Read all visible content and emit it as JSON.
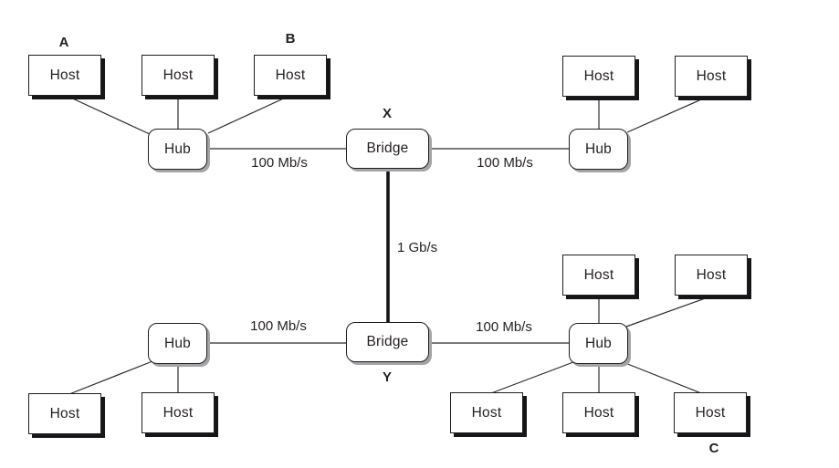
{
  "diagram": {
    "node_labels": {
      "host": "Host",
      "hub": "Hub",
      "bridge": "Bridge"
    },
    "station_tags": {
      "a": "A",
      "b": "B",
      "c": "C"
    },
    "bridge_tags": {
      "x": "X",
      "y": "Y"
    },
    "link_speed_labels": {
      "hub_tl_to_bridge_x": "100 Mb/s",
      "bridge_x_to_hub_tr": "100 Mb/s",
      "hub_bl_to_bridge_y": "100 Mb/s",
      "bridge_y_to_hub_br": "100 Mb/s",
      "backbone": "1 Gb/s"
    },
    "connections": [
      {
        "from": "host-a",
        "to": "hub-top-left"
      },
      {
        "from": "host-top-left-2",
        "to": "hub-top-left"
      },
      {
        "from": "host-b",
        "to": "hub-top-left"
      },
      {
        "from": "hub-top-left",
        "to": "bridge-x",
        "label": "100 Mb/s"
      },
      {
        "from": "bridge-x",
        "to": "hub-top-right",
        "label": "100 Mb/s"
      },
      {
        "from": "host-top-right-1",
        "to": "hub-top-right"
      },
      {
        "from": "host-top-right-2",
        "to": "hub-top-right"
      },
      {
        "from": "bridge-x",
        "to": "bridge-y",
        "label": "1 Gb/s"
      },
      {
        "from": "hub-bottom-left",
        "to": "bridge-y",
        "label": "100 Mb/s"
      },
      {
        "from": "bridge-y",
        "to": "hub-bottom-right",
        "label": "100 Mb/s"
      },
      {
        "from": "host-bottom-left-1",
        "to": "hub-bottom-left"
      },
      {
        "from": "host-bottom-left-2",
        "to": "hub-bottom-left"
      },
      {
        "from": "host-mid-right-1",
        "to": "hub-bottom-right"
      },
      {
        "from": "host-mid-right-2",
        "to": "hub-bottom-right"
      },
      {
        "from": "host-bottom-right-1",
        "to": "hub-bottom-right"
      },
      {
        "from": "host-bottom-right-2",
        "to": "hub-bottom-right"
      },
      {
        "from": "host-c",
        "to": "hub-bottom-right"
      }
    ],
    "colors": {
      "background": "#ffffff",
      "box_fill": "#ffffff",
      "box_border": "#1e1e20",
      "host_shadow": "#161618",
      "hub_shadow": "#a4a4a6",
      "line": "#2a2a2c",
      "text": "#231f20"
    }
  }
}
